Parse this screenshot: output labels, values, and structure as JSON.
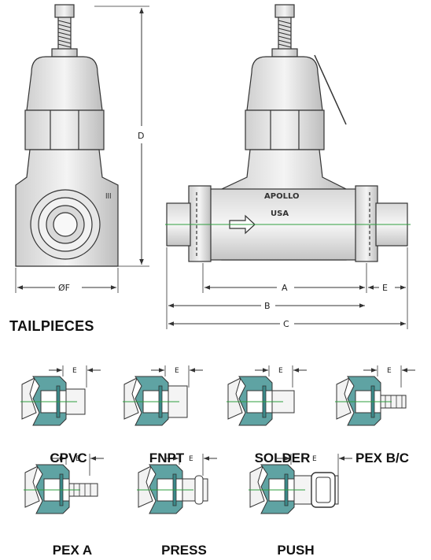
{
  "dimensions": {
    "a": "A",
    "b": "B",
    "c": "C",
    "d": "D",
    "e": "E",
    "f": "ØF"
  },
  "body_marking": {
    "line1": "APOLLO",
    "line2": "USA"
  },
  "side_marking": "lll",
  "section_title": "TAILPIECES",
  "tailpieces": [
    {
      "label": "CPVC",
      "dim": "E"
    },
    {
      "label": "FNPT",
      "dim": "E"
    },
    {
      "label": "SOLDER",
      "dim": "E"
    },
    {
      "label": "PEX B/C",
      "dim": "E"
    },
    {
      "label": "PEX A",
      "dim": "E"
    },
    {
      "label": "PRESS",
      "dim": "E"
    },
    {
      "label": "PUSH",
      "dim": "E"
    }
  ],
  "colors": {
    "section_fill": "#5fa3a3",
    "centerline": "#2e9e3e",
    "outline": "#333333"
  }
}
